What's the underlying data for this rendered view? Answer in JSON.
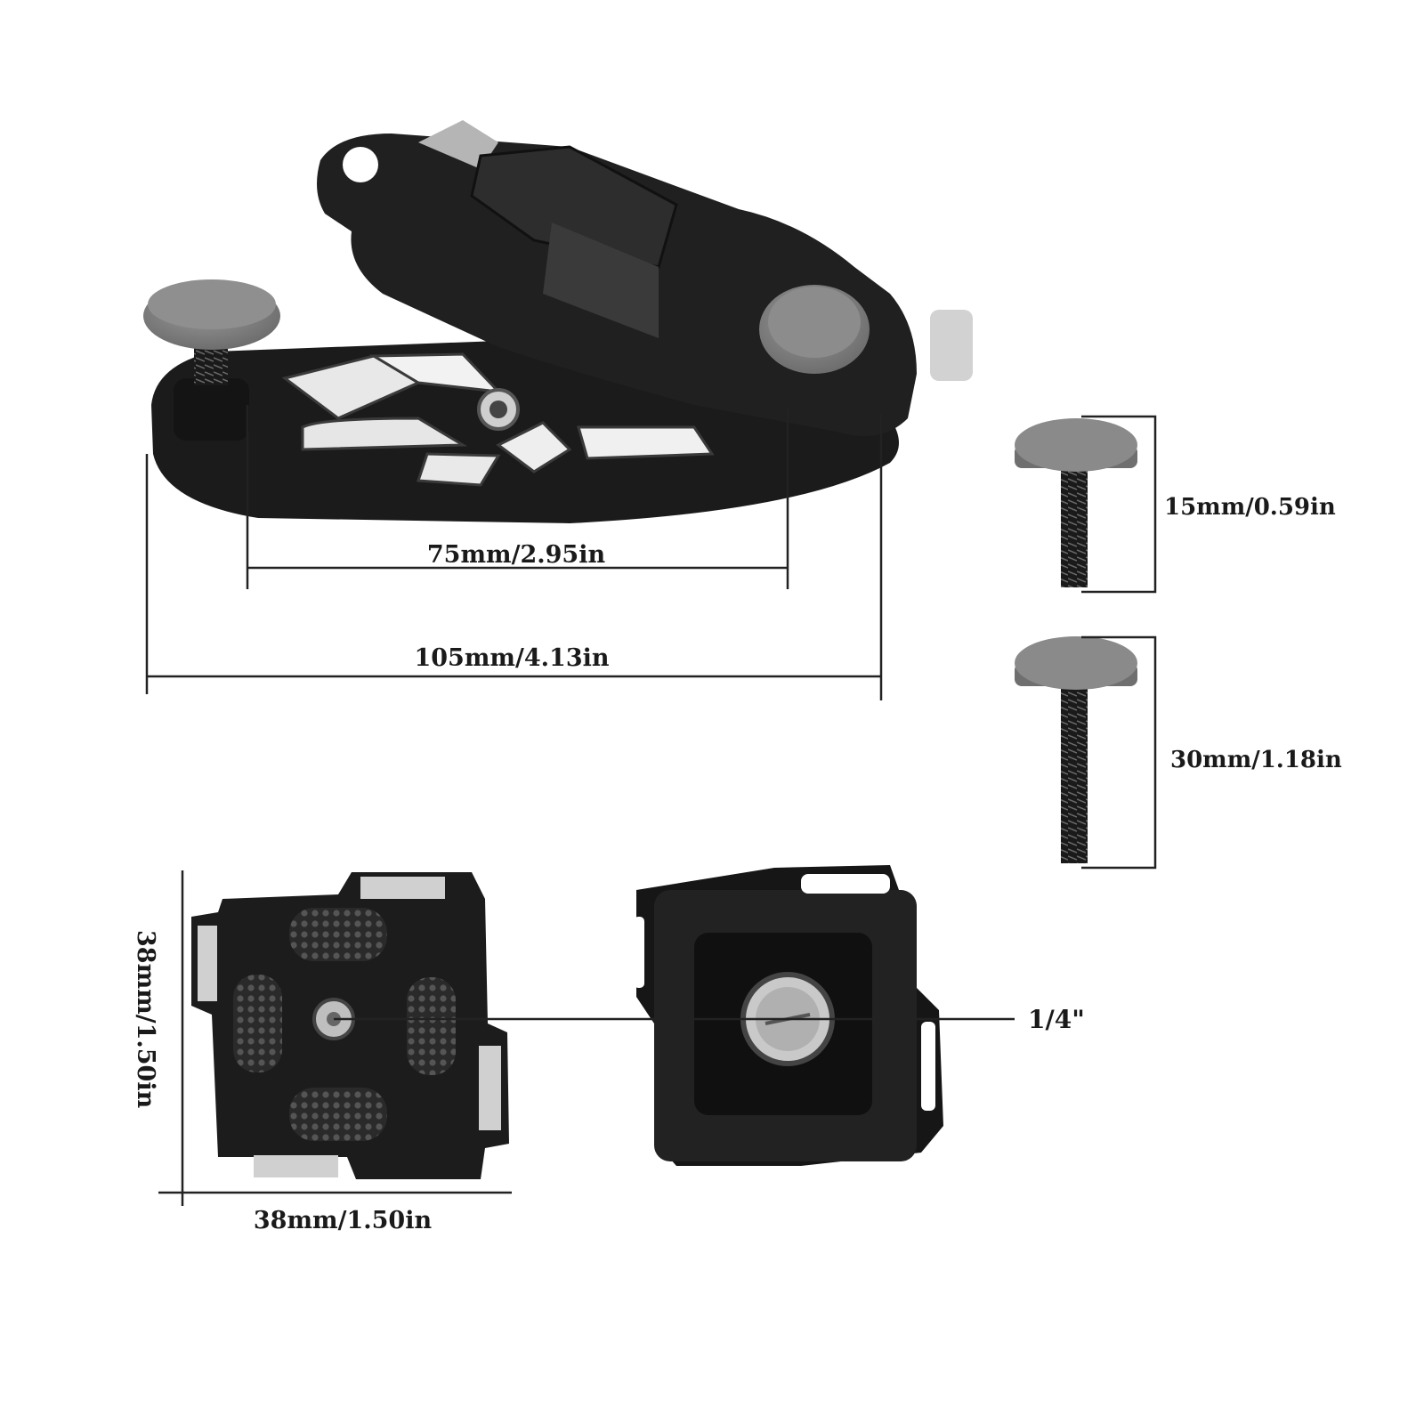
{
  "dimensions": {
    "clip_inner_width": "75mm/2.95in",
    "clip_total_width": "105mm/4.13in",
    "short_screw_length": "15mm/0.59in",
    "long_screw_length": "30mm/1.18in",
    "plate_height": "38mm/1.50in",
    "plate_width": "38mm/1.50in",
    "thread_size": "1/4\""
  },
  "colors": {
    "metal_black": "#1b1b1b",
    "metal_dark": "#2a2a2a",
    "knob_gray": "#8a8a8a",
    "line": "#222222"
  }
}
